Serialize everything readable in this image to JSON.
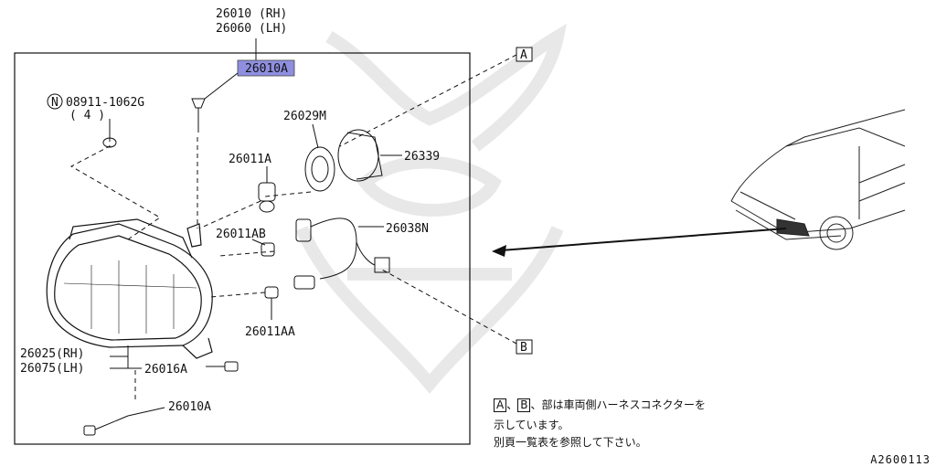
{
  "parts": {
    "p26010_rh": "26010 (RH)",
    "p26060_lh": "26060 (LH)",
    "p26010a_top": "26010A",
    "p08911": "08911-1062G",
    "p08911_qty": "( 4 )",
    "p26029m": "26029M",
    "p26339": "26339",
    "p26011a": "26011A",
    "p26011ab": "26011AB",
    "p26038n": "26038N",
    "p26011aa": "26011AA",
    "p26025_rh": "26025(RH)",
    "p26075_lh": "26075(LH)",
    "p26016a": "26016A",
    "p26010a_bottom": "26010A",
    "n_symbol": "N"
  },
  "refs": {
    "a": "A",
    "b": "B"
  },
  "note": {
    "line1_a": "A",
    "line1_b": "B",
    "line1_text": "、部は車両側ハーネスコネクターを",
    "line2": "示しています。",
    "line3": "別頁一覧表を参照して下さい。"
  },
  "diagram_code": "A2600113",
  "colors": {
    "highlight": "#8f8fe0",
    "ink": "#111111",
    "watermark": "#e8e8e8"
  }
}
